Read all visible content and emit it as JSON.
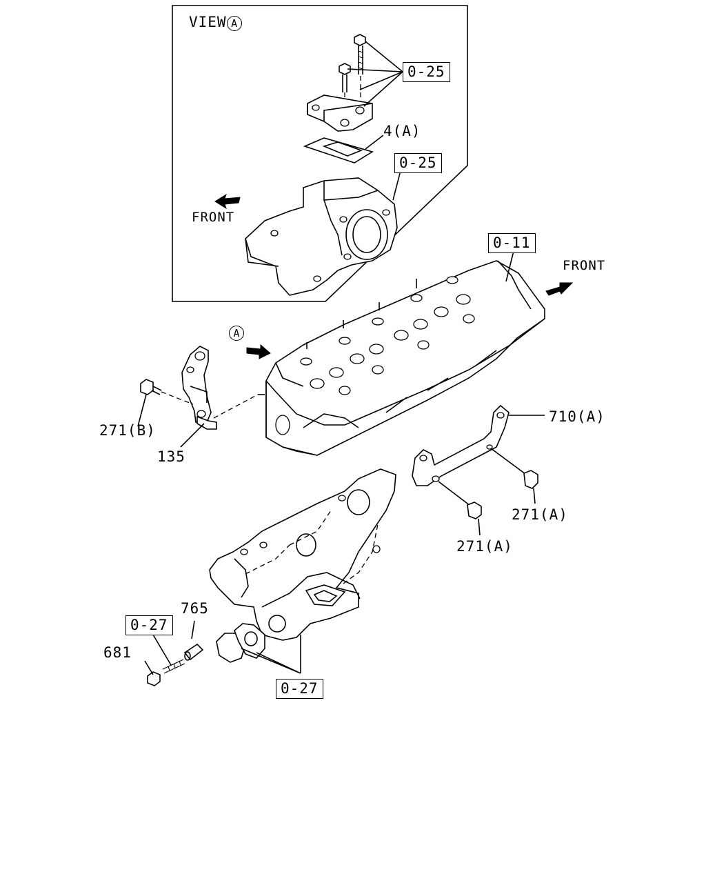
{
  "view_box": {
    "title": "VIEW",
    "title_marker": "A",
    "front_label": "FRONT",
    "ref_upper": "0-25",
    "ref_lower": "0-25",
    "part_gasket": "4(A)"
  },
  "main": {
    "ref_head": "0-11",
    "front_label": "FRONT",
    "view_marker": "A",
    "part_bracket_bolt": "271(B)",
    "part_bracket": "135",
    "part_stay": "710(A)",
    "part_stay_bolt_right": "271(A)",
    "part_stay_bolt_left": "271(A)",
    "part_stud": "765",
    "ref_stud": "0-27",
    "part_nut": "681",
    "ref_gaskets": "0-27"
  }
}
